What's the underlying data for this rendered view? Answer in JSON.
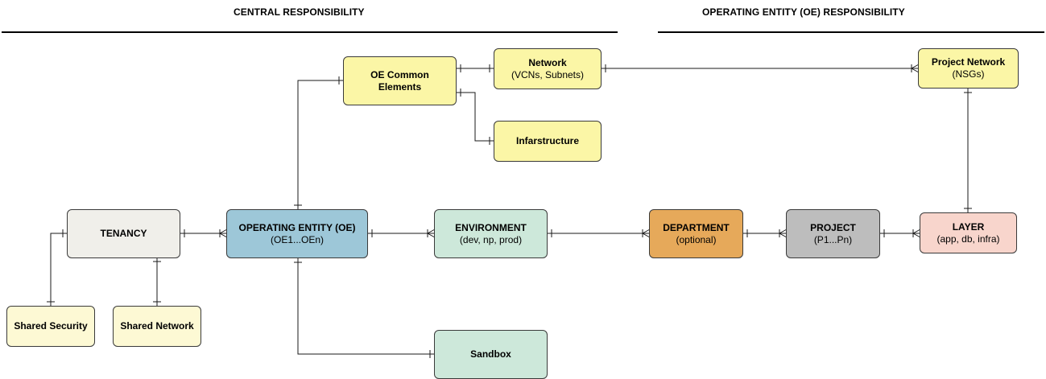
{
  "headers": {
    "central": "CENTRAL RESPONSIBILITY",
    "oe": "OPERATING ENTITY (OE) RESPONSIBILITY"
  },
  "nodes": {
    "tenancy": {
      "title": "TENANCY",
      "sub": "",
      "color": "#f0efea"
    },
    "shared_security": {
      "title": "Shared Security",
      "sub": "",
      "color": "#fdf9d4"
    },
    "shared_network": {
      "title": "Shared Network",
      "sub": "",
      "color": "#fdf9d4"
    },
    "operating_entity": {
      "title": "OPERATING ENTITY (OE)",
      "sub": "(OE1...OEn)",
      "color": "#9dc7d8"
    },
    "oe_common": {
      "title": "OE Common Elements",
      "sub": "",
      "color": "#fbf6a6"
    },
    "network": {
      "title": "Network",
      "sub": "(VCNs, Subnets)",
      "color": "#fbf6a6"
    },
    "infrastructure": {
      "title": "Infarstructure",
      "sub": "",
      "color": "#fbf6a6"
    },
    "environment": {
      "title": "ENVIRONMENT",
      "sub": "(dev, np, prod)",
      "color": "#cde8da"
    },
    "sandbox": {
      "title": "Sandbox",
      "sub": "",
      "color": "#cde8da"
    },
    "department": {
      "title": "DEPARTMENT",
      "sub": "(optional)",
      "color": "#e6a95a"
    },
    "project": {
      "title": "PROJECT",
      "sub": "(P1...Pn)",
      "color": "#bdbdbd"
    },
    "layer": {
      "title": "LAYER",
      "sub": "(app, db, infra)",
      "color": "#f8d5cc"
    },
    "project_network": {
      "title": "Project Network",
      "sub": "(NSGs)",
      "color": "#fbf6a6"
    }
  }
}
